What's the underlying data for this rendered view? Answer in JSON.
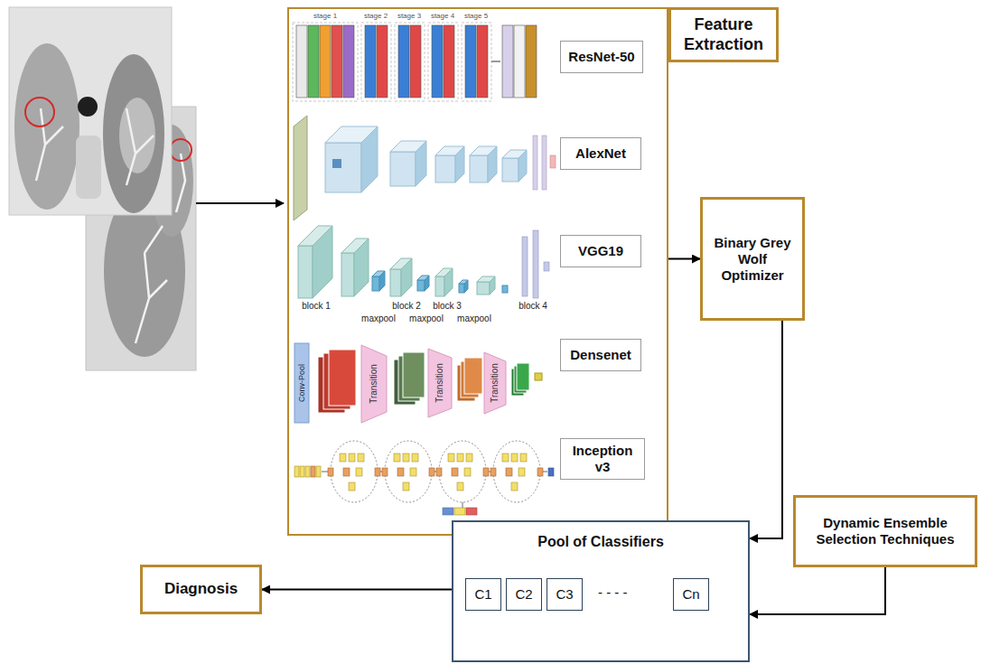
{
  "diagram": {
    "nodes": [
      {
        "text": [
          "Feature Extraction"
        ]
      },
      {
        "text": [
          "ResNet-50"
        ],
        "in": 0
      },
      {
        "text": [
          "AlexNet"
        ],
        "in": 0
      },
      {
        "text": [
          "VGG19"
        ],
        "in": 0
      },
      {
        "text": [
          "Densenet"
        ],
        "in": 0
      },
      {
        "text": [
          "Inception v3"
        ],
        "in": 0
      },
      {
        "text": [
          "Binary Grey Wolf Optimizer"
        ]
      },
      {
        "text": [
          "Dynamic Ensemble Selection Techniques"
        ]
      },
      {
        "text": [
          "Pool of Classifiers"
        ]
      },
      {
        "text": [
          "C1"
        ],
        "in": 8
      },
      {
        "text": [
          "C2"
        ],
        "in": 8
      },
      {
        "text": [
          "C3"
        ],
        "in": 8
      },
      {
        "text": [
          "Cn"
        ],
        "in": 8
      },
      {
        "text": [
          "Diagnosis"
        ]
      }
    ],
    "edges": [
      {
        "from": 0,
        "to": 6,
        "arrow": "to"
      },
      {
        "from": 6,
        "to": 8,
        "arrow": "to"
      },
      {
        "from": 7,
        "to": 8,
        "arrow": "to"
      },
      {
        "from": 8,
        "to": 13,
        "arrow": "to"
      }
    ],
    "labels": [
      "stage 1",
      "stage 2",
      "stage 3",
      "stage 4",
      "stage 5",
      "block 1",
      "maxpool",
      "block 2",
      "maxpool",
      "block 3",
      "maxpool",
      "block 4",
      "Conv-Pool",
      "Transition",
      "Transition",
      "Transition",
      "- - - -"
    ]
  }
}
